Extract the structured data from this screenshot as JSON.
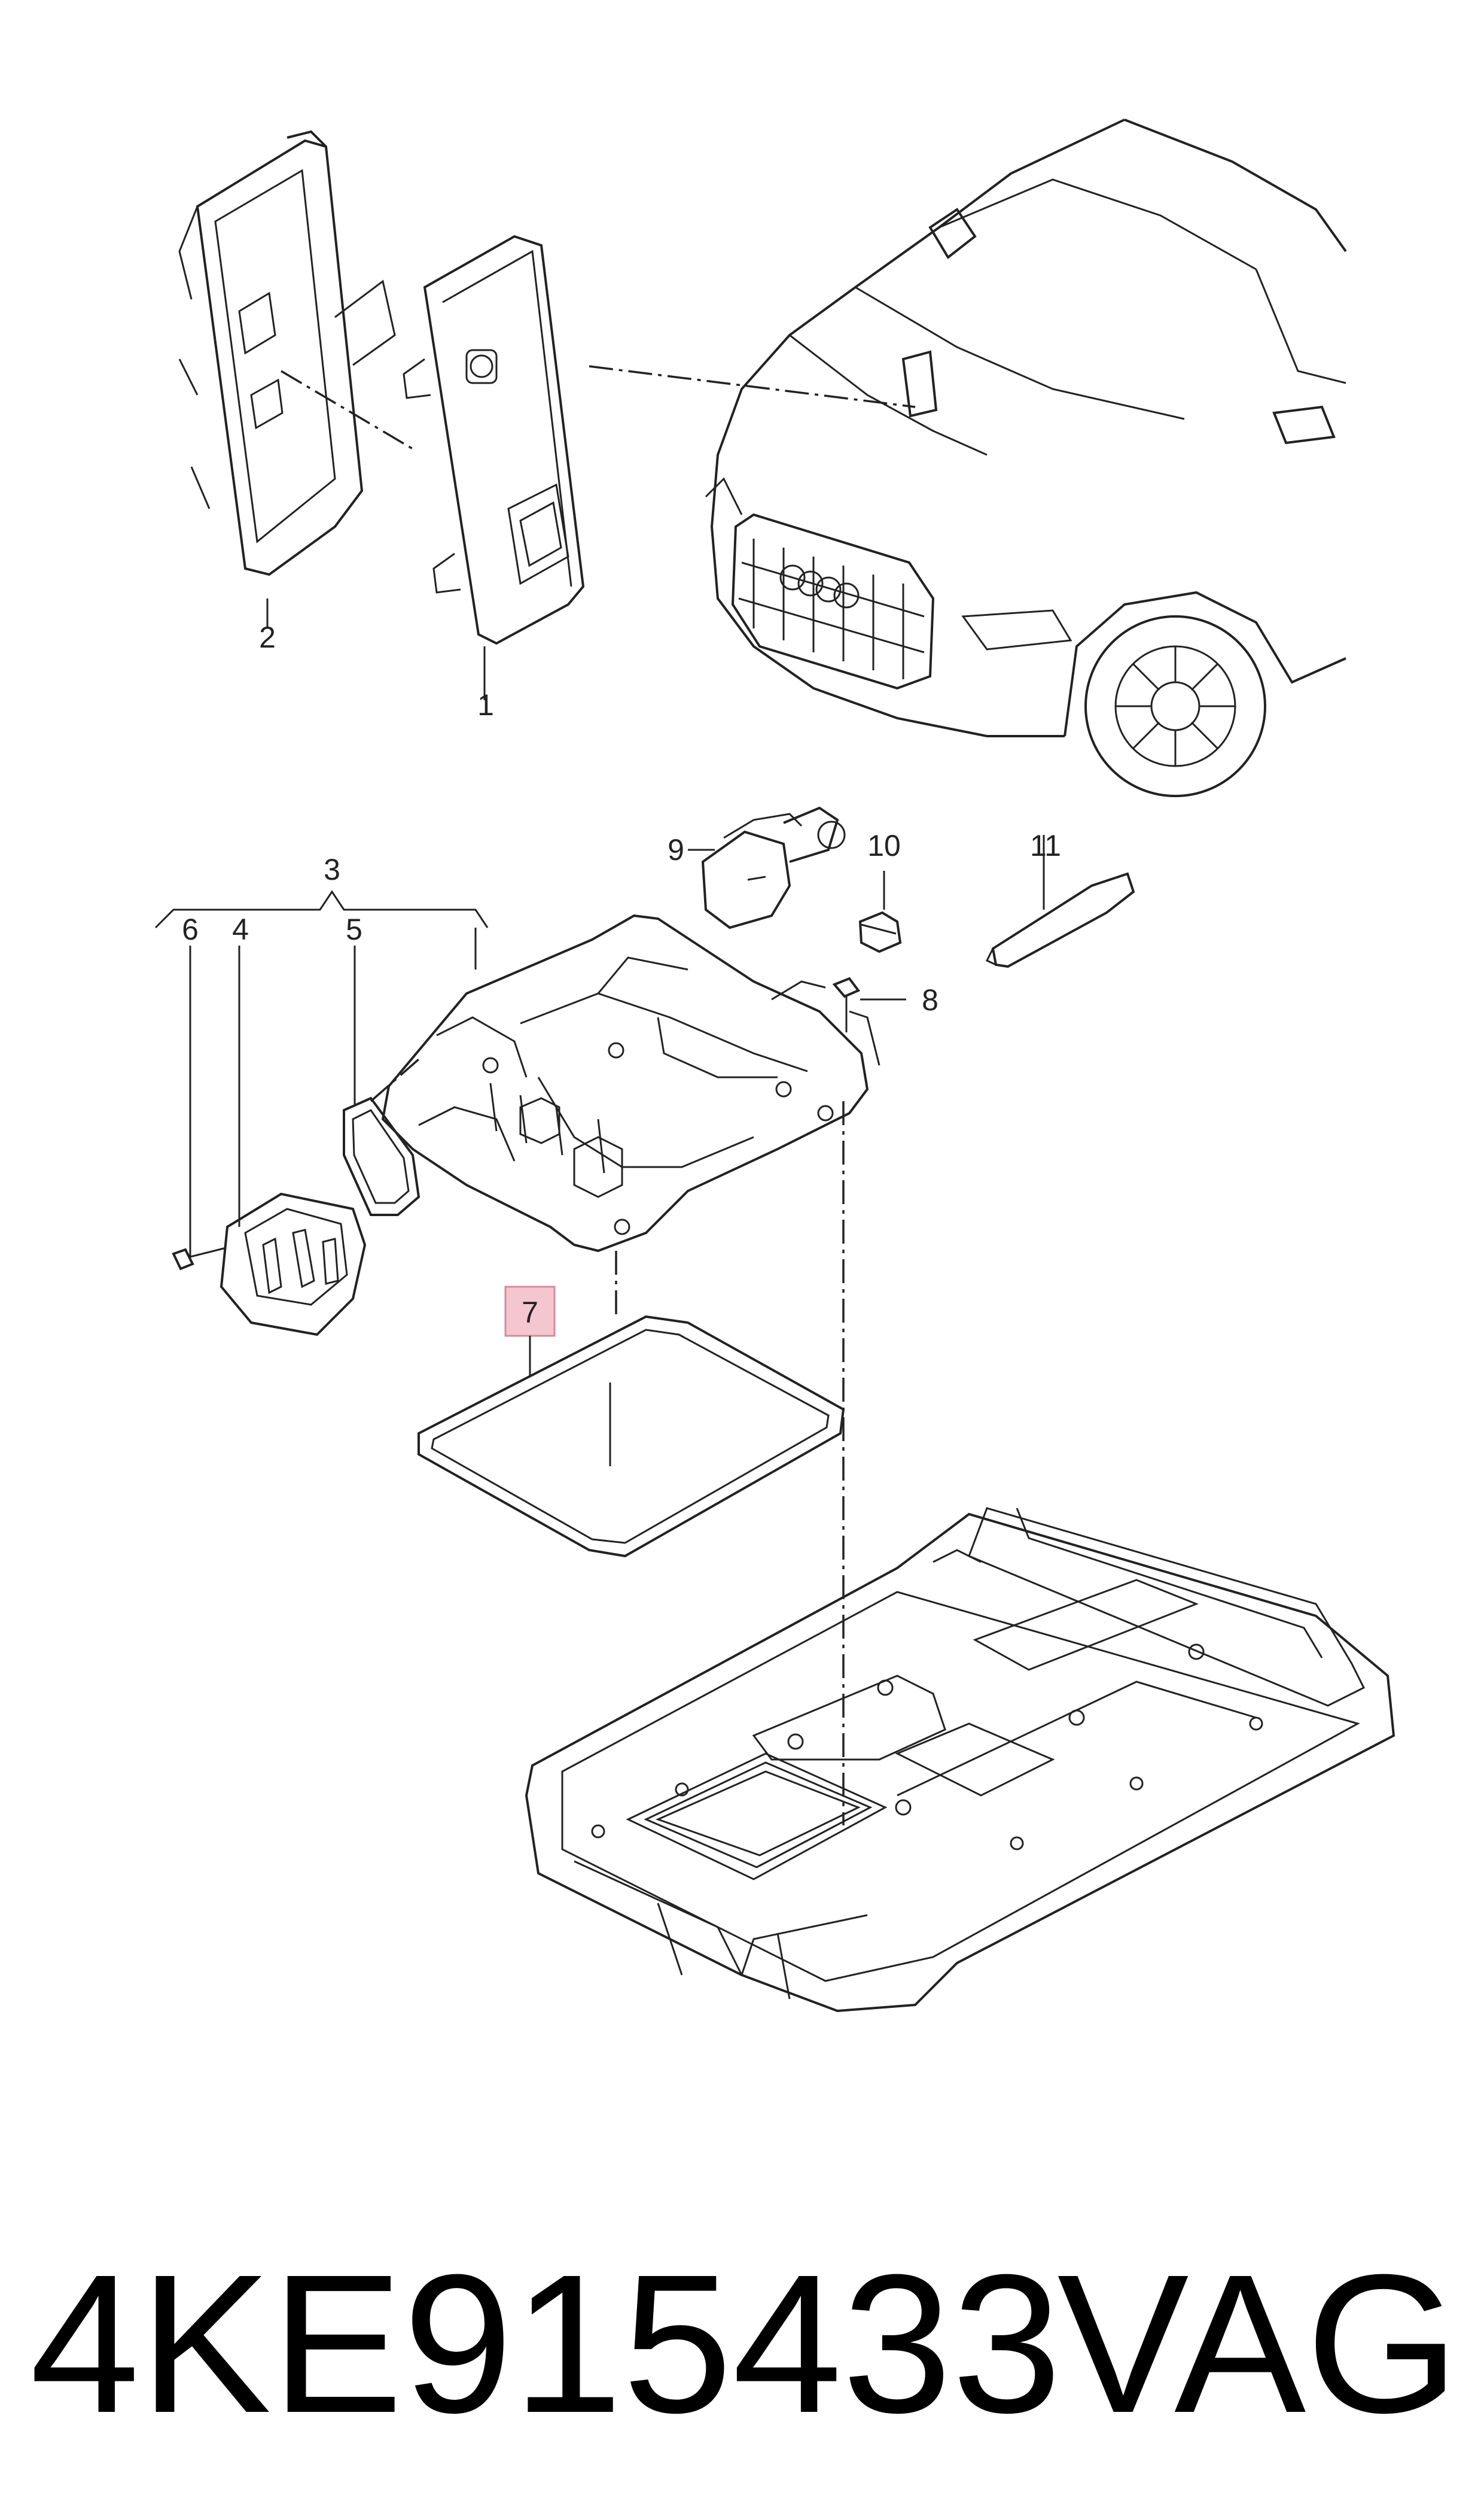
{
  "callouts": {
    "c1": "1",
    "c2": "2",
    "c3": "3",
    "c4": "4",
    "c5": "5",
    "c6": "6",
    "c7": "7",
    "c8": "8",
    "c9": "9",
    "c10": "10",
    "c11": "11"
  },
  "highlight_color": "#f4c6cf",
  "highlight_border": "#d98a9a",
  "footer": {
    "part_number": "4KE915433",
    "brand": "VAG"
  }
}
